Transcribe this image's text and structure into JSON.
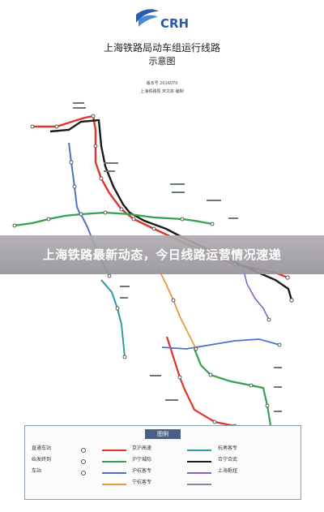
{
  "header": {
    "logo_text": "CRH",
    "title": "上海铁路局动车组运行线路",
    "subtitle": "示意图",
    "edition": "版本号 2016070",
    "org": "上海铁路局 宋文彬 编制"
  },
  "banner": {
    "text": "上海铁路最新动态，今日线路运营情况速递"
  },
  "legend": {
    "title": "图例",
    "items": [
      "直通车站",
      "始发终到",
      "车站",
      "京沪高速",
      "沪宁城际",
      "沪杭客专",
      "宁杭客专",
      "杭甬客专",
      "合宁合武",
      "上海枢纽"
    ]
  },
  "colors": {
    "red": "#e0342b",
    "green": "#33a24a",
    "blue": "#4a74c6",
    "orange": "#e59a3a",
    "teal": "#2f9aa8",
    "black": "#1a1a1a",
    "purple": "#8a63b8",
    "banner_text": "#ffffff"
  }
}
